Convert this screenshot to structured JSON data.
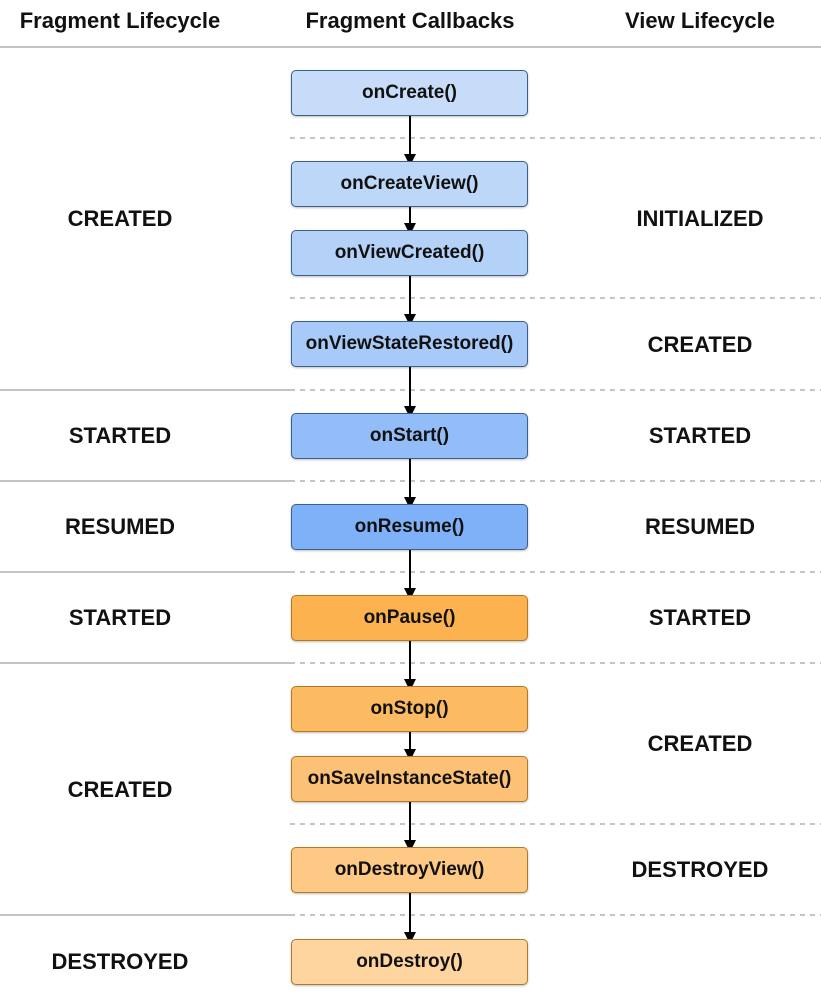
{
  "headers": {
    "fragment_lifecycle": "Fragment Lifecycle",
    "fragment_callbacks": "Fragment Callbacks",
    "view_lifecycle": "View Lifecycle"
  },
  "callbacks": [
    {
      "label": "onCreate()",
      "color": "#c7dcf8"
    },
    {
      "label": "onCreateView()",
      "color": "#bdd7f8"
    },
    {
      "label": "onViewCreated()",
      "color": "#b4d2f8"
    },
    {
      "label": "onViewStateRestored()",
      "color": "#a8caf8"
    },
    {
      "label": "onStart()",
      "color": "#93bdf8"
    },
    {
      "label": "onResume()",
      "color": "#7fb1f8"
    },
    {
      "label": "onPause()",
      "color": "#fbb24f"
    },
    {
      "label": "onStop()",
      "color": "#fcbb63"
    },
    {
      "label": "onSaveInstanceState()",
      "color": "#fcc174"
    },
    {
      "label": "onDestroyView()",
      "color": "#fdc985"
    },
    {
      "label": "onDestroy()",
      "color": "#fed59e"
    }
  ],
  "fragment_states": [
    "CREATED",
    "STARTED",
    "RESUMED",
    "STARTED",
    "CREATED",
    "DESTROYED"
  ],
  "view_states": [
    "INITIALIZED",
    "CREATED",
    "STARTED",
    "RESUMED",
    "STARTED",
    "CREATED",
    "DESTROYED"
  ]
}
